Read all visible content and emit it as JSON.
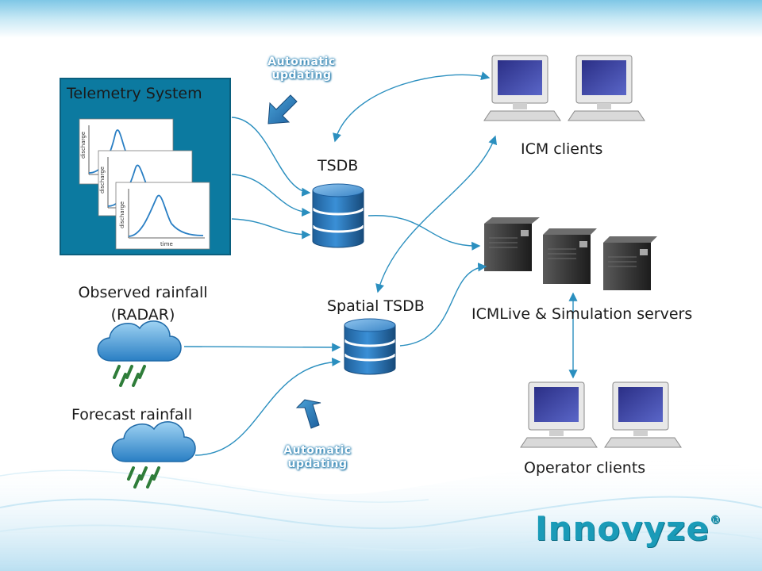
{
  "nodes": {
    "telemetry": {
      "label": "Telemetry System"
    },
    "tsdb": {
      "label": "TSDB"
    },
    "spatial_tsdb": {
      "label": "Spatial TSDB"
    },
    "icm_clients": {
      "label": "ICM clients"
    },
    "servers": {
      "label": "ICMLive & Simulation servers"
    },
    "operator_clients": {
      "label": "Operator clients"
    },
    "observed_rainfall": {
      "line1": "Observed rainfall",
      "line2": "(RADAR)"
    },
    "forecast_rainfall": {
      "label": "Forecast rainfall"
    }
  },
  "annotations": {
    "auto_top": {
      "line1": "Automatic",
      "line2": "updating"
    },
    "auto_bottom": {
      "line1": "Automatic",
      "line2": "updating"
    }
  },
  "hydrograph": {
    "y_label": "discharge",
    "x_label": "time"
  },
  "logo": {
    "text": "Innovyze",
    "mark": "®"
  },
  "colors": {
    "accent": "#0e7fa3",
    "arrow": "#2b8fbf",
    "telemetry_bg": "#0c7aa0",
    "db": "#2b7fc0"
  }
}
